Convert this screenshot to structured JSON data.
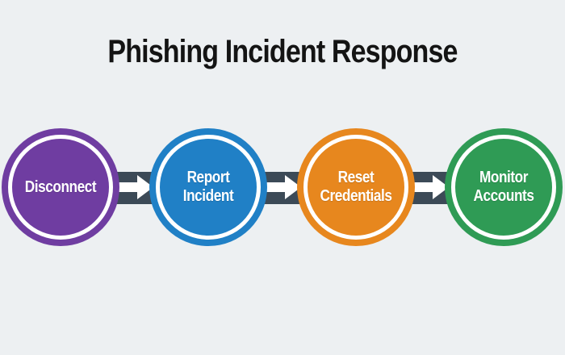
{
  "background_color": "#edf0f2",
  "title": {
    "text": "Phishing Incident Response",
    "color": "#141414"
  },
  "flow": {
    "connector_color": "#3c4a57",
    "arrow_color": "#ffffff",
    "arrow_icons": [
      "right-arrow-icon",
      "right-arrow-icon",
      "right-arrow-icon"
    ],
    "steps": [
      {
        "label": "Disconnect",
        "color": "#6f3da1",
        "ring_color": "#ffffff"
      },
      {
        "label": "Report Incident",
        "color": "#2080c6",
        "ring_color": "#ffffff"
      },
      {
        "label": "Reset Credentials",
        "color": "#e7871e",
        "ring_color": "#ffffff"
      },
      {
        "label": "Monitor Accounts",
        "color": "#2f9b55",
        "ring_color": "#ffffff"
      }
    ]
  }
}
